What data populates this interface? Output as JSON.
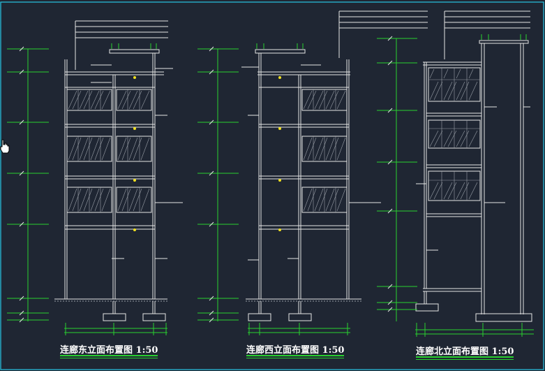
{
  "captions": {
    "east": "连廊东立面布置图 1:50",
    "west": "连廊西立面布置图 1:50",
    "north": "连廊北立面布置图 1:50"
  },
  "icons": {
    "cursor": "hand-cursor-icon"
  },
  "colors": {
    "background": "#1f2633",
    "frame": "#29c7e6",
    "structure": "#e6e6e6",
    "dimension": "#2ad12f",
    "marker": "#f0e020",
    "hatch": "#9aa0a8"
  }
}
